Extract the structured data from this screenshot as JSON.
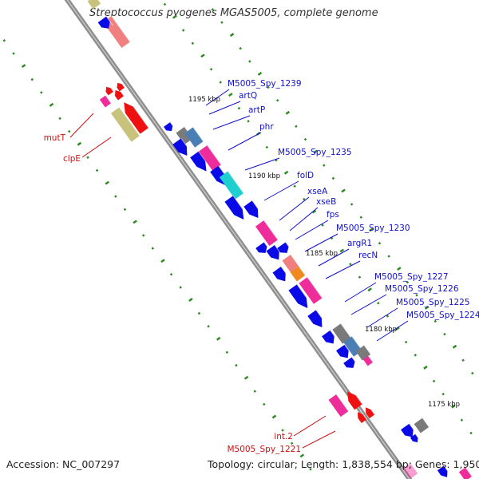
{
  "title": "Streptococcus pyogenes MGAS5005, complete genome",
  "accession_line": "Accession: NC_007297",
  "topology_line": "Topology: circular; Length: 1,838,554 bp; Genes: 1,950",
  "colors": {
    "backbone": "#8f8f8f",
    "tick": "#2e8b22",
    "forward_label": "#1010cc",
    "reverse_label": "#cc1111",
    "blue": "#0a0ae6",
    "red": "#ee1111",
    "pink": "#ee2d9a",
    "cyan": "#1fcfcf",
    "steel": "#4a7fb5",
    "grey": "#7a7a7a",
    "salmon": "#f07f7f",
    "olive": "#c8c27c",
    "orange": "#f08a1e"
  },
  "kbp_labels": [
    "1195 kbp",
    "1190 kbp",
    "1185 kbp",
    "1180 kbp",
    "1175 kbp"
  ],
  "forward_labels": [
    "M5005_Spy_1239",
    "artQ",
    "artP",
    "phr",
    "M5005_Spy_1235",
    "folD",
    "xseA",
    "xseB",
    "fps",
    "M5005_Spy_1230",
    "argR1",
    "recN",
    "M5005_Spy_1227",
    "M5005_Spy_1226",
    "M5005_Spy_1225",
    "M5005_Spy_1224"
  ],
  "reverse_labels": [
    "mutT",
    "clpE",
    "int.2",
    "M5005_Spy_1221"
  ]
}
